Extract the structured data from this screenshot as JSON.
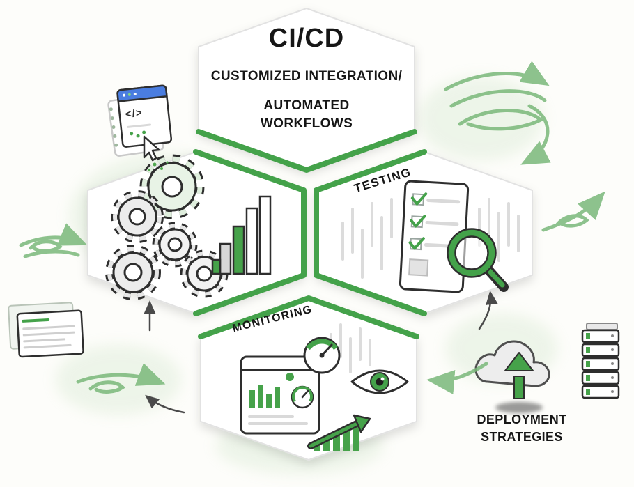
{
  "diagram": {
    "title": "CI/CD",
    "top_hex": {
      "line1": "CUSTOMIZED INTEGRATION/",
      "line2": "AUTOMATED",
      "line3": "WORKFLOWS"
    },
    "labels": {
      "testing": "TESTING",
      "monitoring": "MONITORING",
      "deployment_line1": "DEPLOYMENT",
      "deployment_line2": "STRATEGIES"
    },
    "code_snippet": "</>",
    "icons": [
      "gears-icon",
      "bar-chart-icon",
      "checklist-icon",
      "magnifier-icon",
      "dashboard-icon",
      "gauge-icon",
      "eye-icon",
      "growth-arrow-icon",
      "code-window-icon",
      "cursor-icon",
      "documents-icon",
      "cloud-upload-icon",
      "server-stack-icon",
      "swirl-arrow-icon"
    ],
    "colors": {
      "accent_green": "#44a24a",
      "light_green": "#7ab87a",
      "dark_outline": "#2e2e2e",
      "hex_border": "#e2e2e2",
      "browser_blue": "#4a7de0",
      "background": "#fdfdfa"
    }
  }
}
